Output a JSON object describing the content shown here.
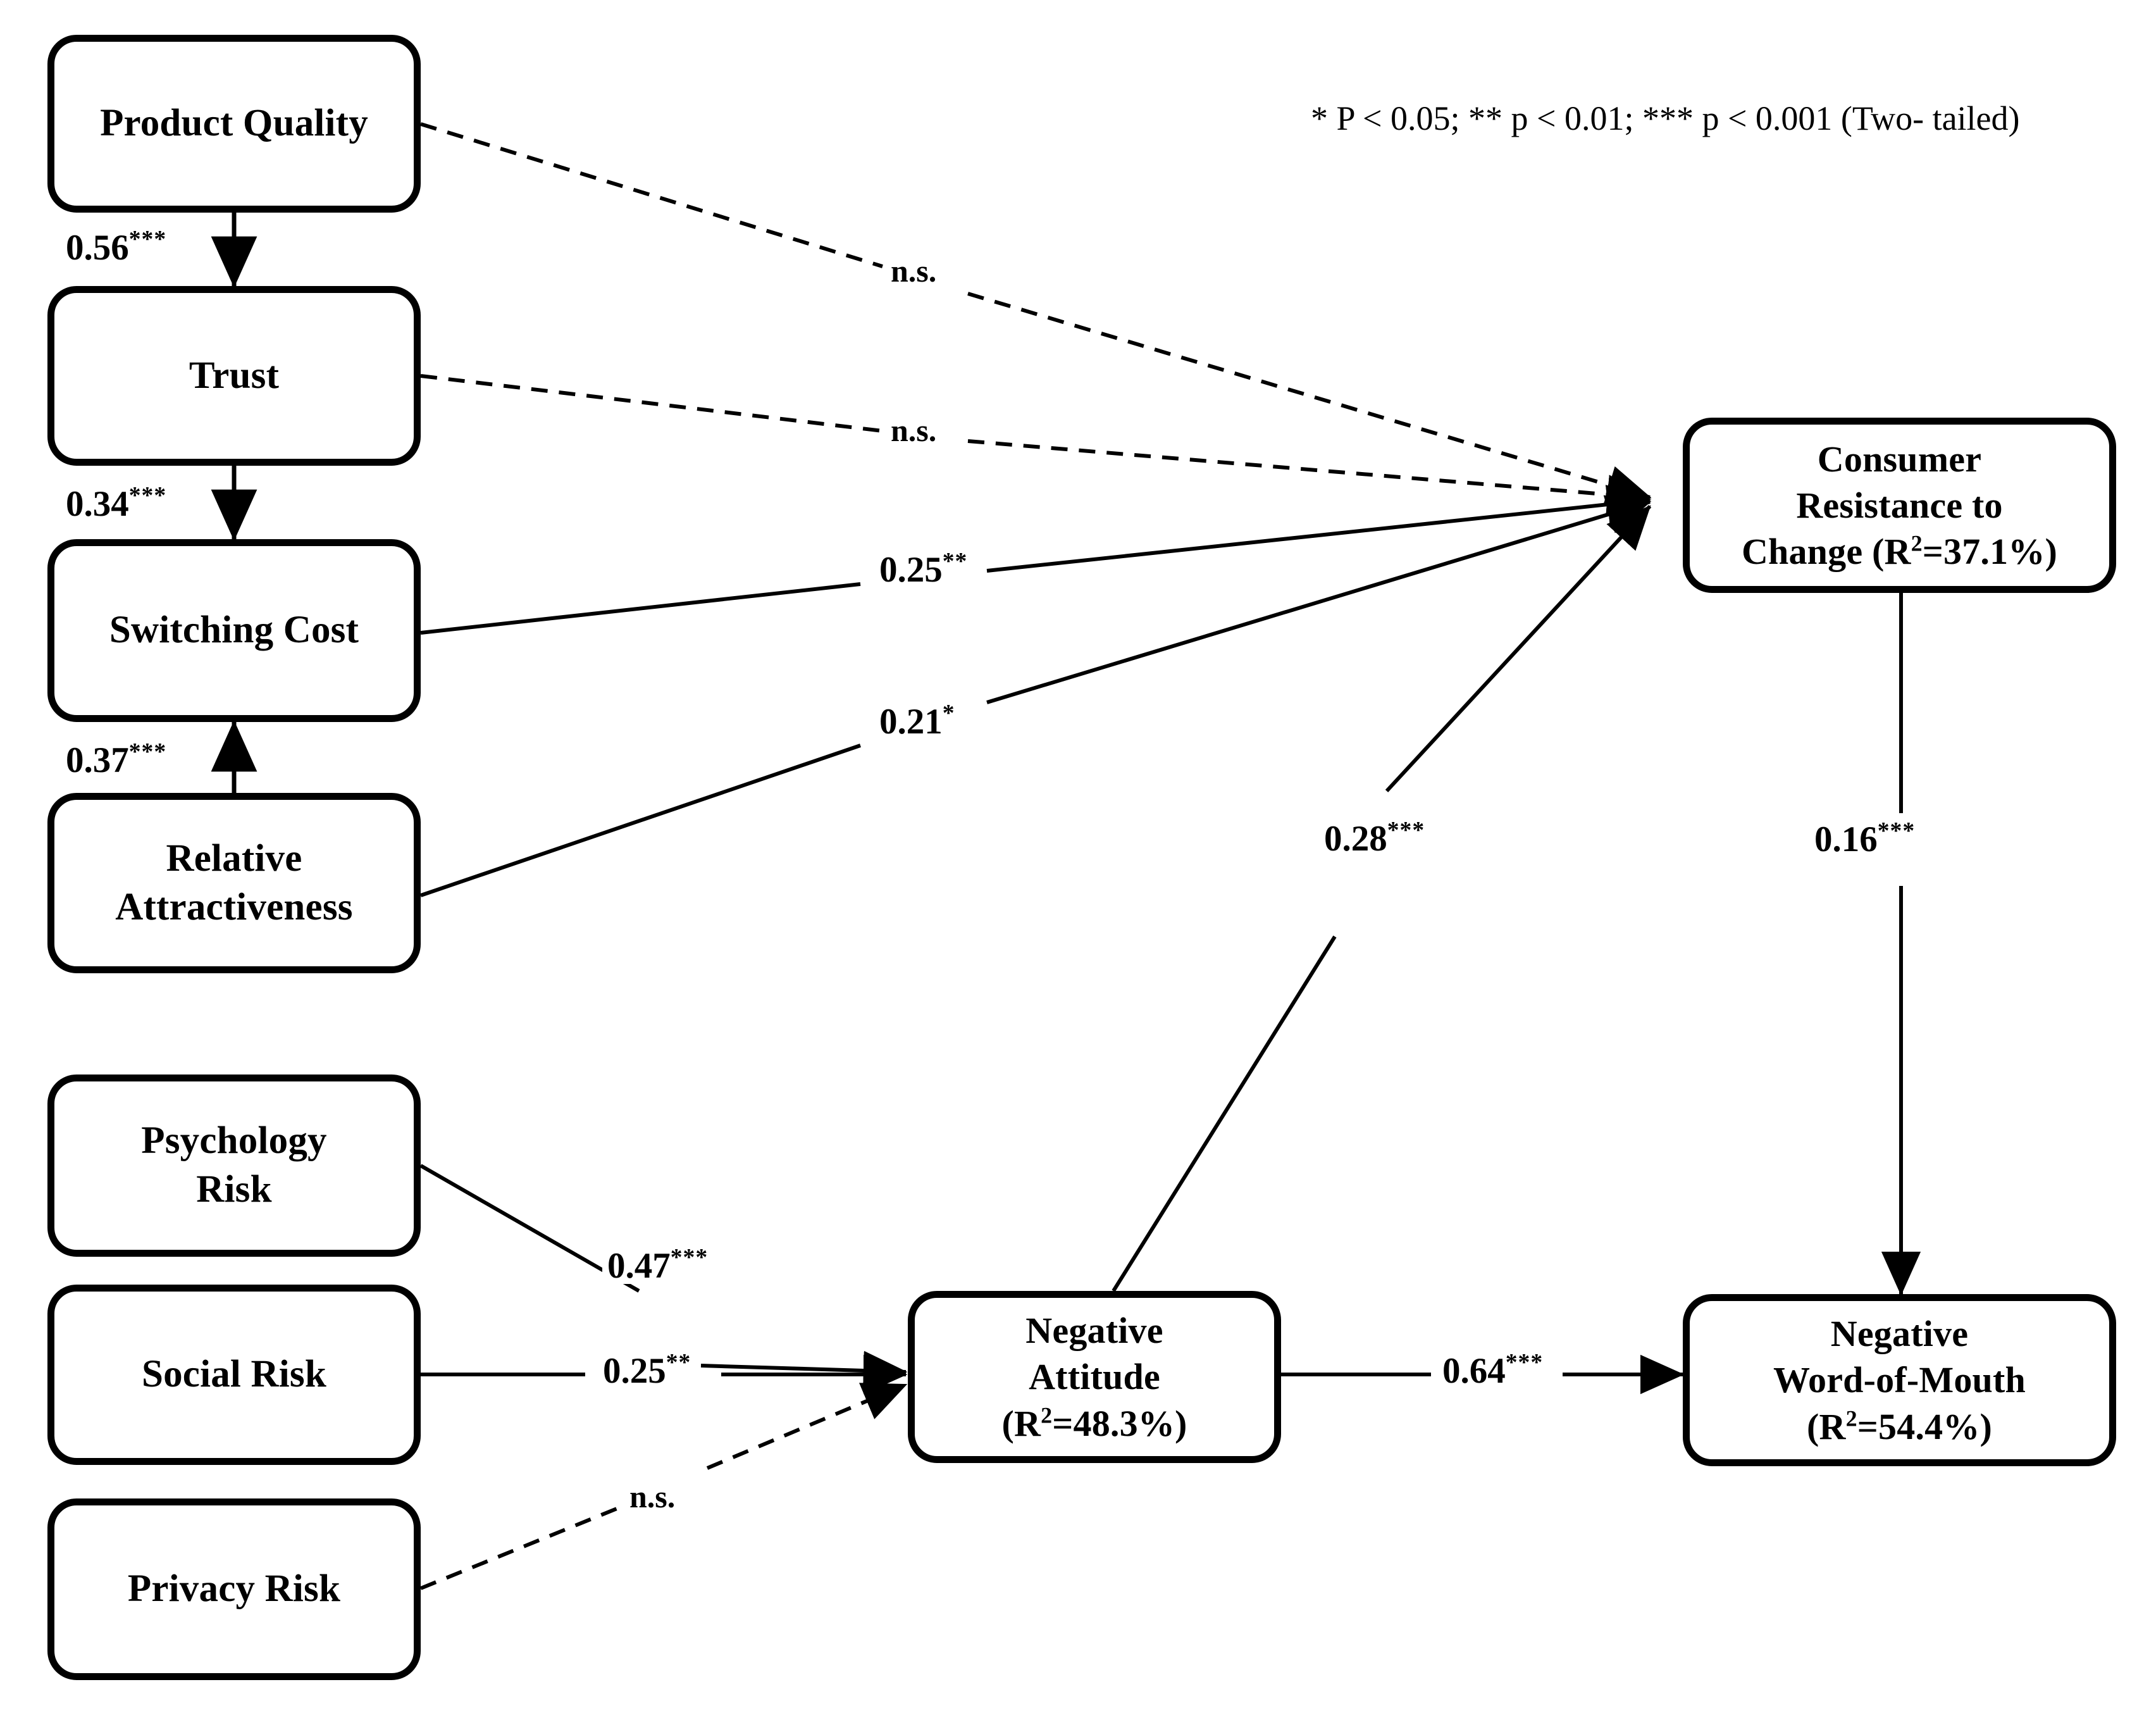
{
  "figure": {
    "type": "path-diagram",
    "legend": "* P < 0.05; ** p < 0.01; *** p < 0.001 (Two- tailed)"
  },
  "nodes": {
    "product_quality": {
      "label": "Product Quality"
    },
    "trust": {
      "label": "Trust"
    },
    "switching_cost": {
      "label": "Switching Cost"
    },
    "relative_attractiveness": {
      "label": "Relative\nAttractiveness"
    },
    "psychology_risk": {
      "label": "Psychology\nRisk"
    },
    "social_risk": {
      "label": "Social Risk"
    },
    "privacy_risk": {
      "label": "Privacy Risk"
    },
    "consumer_resistance": {
      "line1": "Consumer",
      "line2": "Resistance to",
      "line3_pre": "Change (R",
      "line3_sup": "2",
      "line3_post": "=37.1%)"
    },
    "negative_attitude": {
      "line1": "Negative",
      "line2": "Attitude",
      "line3_pre": "(R",
      "line3_sup": "2",
      "line3_post": "=48.3%)"
    },
    "negative_wom": {
      "line1": "Negative",
      "line2": "Word-of-Mouth",
      "line3_pre": "(R",
      "line3_sup": "2",
      "line3_post": "=54.4%)"
    }
  },
  "paths": [
    {
      "id": "pq_trust",
      "from": "Product Quality",
      "to": "Trust",
      "coef": "0.56",
      "stars": "***",
      "sig": true,
      "style": "solid"
    },
    {
      "id": "trust_sc",
      "from": "Trust",
      "to": "Switching Cost",
      "coef": "0.34",
      "stars": "***",
      "sig": true,
      "style": "solid"
    },
    {
      "id": "ra_sc",
      "from": "Relative Attractiveness",
      "to": "Switching Cost",
      "coef": "0.37",
      "stars": "***",
      "sig": true,
      "style": "solid"
    },
    {
      "id": "pq_crc",
      "from": "Product Quality",
      "to": "Consumer Resistance to Change",
      "coef": "n.s.",
      "stars": "",
      "sig": false,
      "style": "dashed"
    },
    {
      "id": "trust_crc",
      "from": "Trust",
      "to": "Consumer Resistance to Change",
      "coef": "n.s.",
      "stars": "",
      "sig": false,
      "style": "dashed"
    },
    {
      "id": "sc_crc",
      "from": "Switching Cost",
      "to": "Consumer Resistance to Change",
      "coef": "0.25",
      "stars": "**",
      "sig": true,
      "style": "solid"
    },
    {
      "id": "ra_crc",
      "from": "Relative Attractiveness",
      "to": "Consumer Resistance to Change",
      "coef": "0.21",
      "stars": "*",
      "sig": true,
      "style": "solid"
    },
    {
      "id": "na_crc",
      "from": "Negative Attitude",
      "to": "Consumer Resistance to Change",
      "coef": "0.28",
      "stars": "***",
      "sig": true,
      "style": "solid"
    },
    {
      "id": "crc_nwom",
      "from": "Consumer Resistance to Change",
      "to": "Negative Word-of-Mouth",
      "coef": "0.16",
      "stars": "***",
      "sig": true,
      "style": "solid"
    },
    {
      "id": "psy_na",
      "from": "Psychology Risk",
      "to": "Negative Attitude",
      "coef": "0.47",
      "stars": "***",
      "sig": true,
      "style": "solid"
    },
    {
      "id": "soc_na",
      "from": "Social Risk",
      "to": "Negative Attitude",
      "coef": "0.25",
      "stars": "**",
      "sig": true,
      "style": "solid"
    },
    {
      "id": "priv_na",
      "from": "Privacy Risk",
      "to": "Negative Attitude",
      "coef": "n.s.",
      "stars": "",
      "sig": false,
      "style": "dashed"
    },
    {
      "id": "na_nwom",
      "from": "Negative Attitude",
      "to": "Negative Word-of-Mouth",
      "coef": "0.64",
      "stars": "***",
      "sig": true,
      "style": "solid"
    }
  ],
  "labels": {
    "l_056_v": "0.56",
    "l_056_s": "***",
    "l_034_v": "0.34",
    "l_034_s": "***",
    "l_037_v": "0.37",
    "l_037_s": "***",
    "l_ns1": "n.s.",
    "l_ns2": "n.s.",
    "l_025a_v": "0.25",
    "l_025a_s": "**",
    "l_021_v": "0.21",
    "l_021_s": "*",
    "l_028_v": "0.28",
    "l_028_s": "***",
    "l_016_v": "0.16",
    "l_016_s": "***",
    "l_047_v": "0.47",
    "l_047_s": "***",
    "l_025b_v": "0.25",
    "l_025b_s": "**",
    "l_ns3": "n.s.",
    "l_064_v": "0.64",
    "l_064_s": "***"
  },
  "colors": {
    "line": "#000000",
    "box_border": "#000000",
    "background": "#ffffff",
    "text": "#000000"
  }
}
